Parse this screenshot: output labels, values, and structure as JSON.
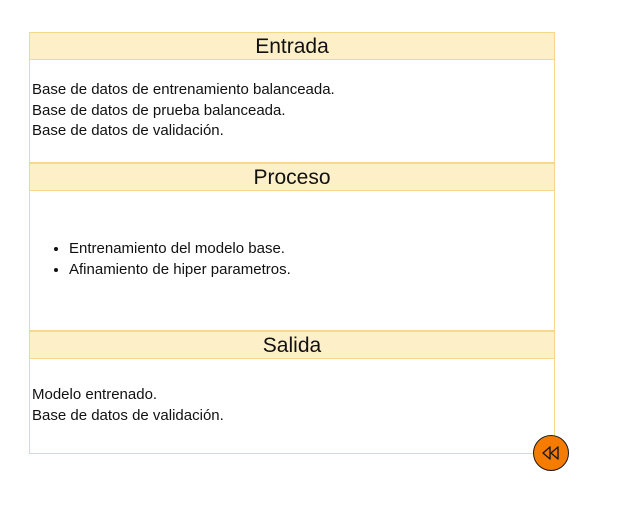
{
  "sections": {
    "entrada": {
      "title": "Entrada",
      "lines": [
        "Base de datos de entrenamiento balanceada.",
        "Base de datos de prueba balanceada.",
        "Base de datos de validación."
      ]
    },
    "proceso": {
      "title": "Proceso",
      "items": [
        "Entrenamiento del modelo base.",
        "Afinamiento de hiper parametros."
      ]
    },
    "salida": {
      "title": "Salida",
      "lines": [
        "Modelo entrenado.",
        "Base de datos de validación."
      ]
    }
  },
  "back_button": {
    "icon": "rewind-icon",
    "color": "#f57c00"
  },
  "colors": {
    "header_bg": "#fdf0c8",
    "border": "#f5d98a"
  }
}
